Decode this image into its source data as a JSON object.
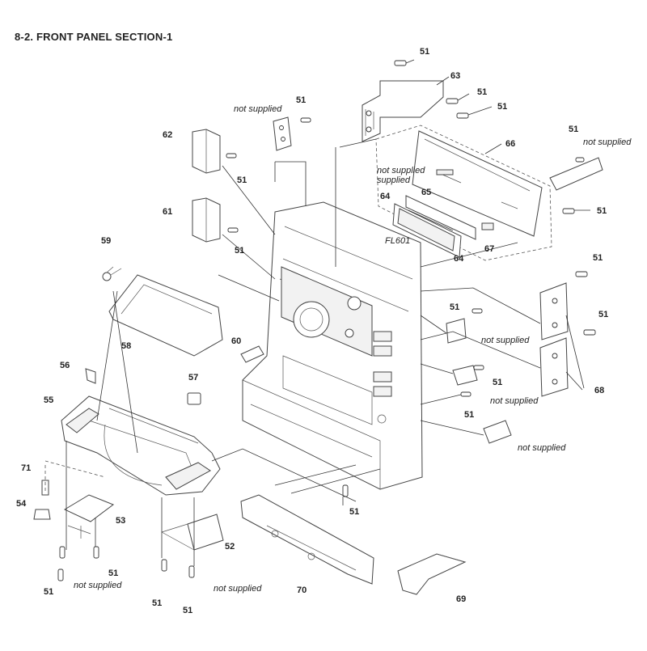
{
  "title": "8-2. FRONT PANEL SECTION-1",
  "callouts": {
    "c51_top": "51",
    "c63": "63",
    "c51_a": "51",
    "c51_b": "51",
    "c51_c": "51",
    "c66": "66",
    "c51_d": "51",
    "c62": "62",
    "c51_e": "51",
    "c61": "61",
    "c51_f": "51",
    "c64_a": "64",
    "c65": "65",
    "c64_b": "64",
    "c67": "67",
    "c51_g": "51",
    "c59": "59",
    "c51_h": "51",
    "c51_i": "51",
    "c58": "58",
    "c60": "60",
    "c68": "68",
    "c56": "56",
    "c57": "57",
    "c51_j": "51",
    "c51_k": "51",
    "c55": "55",
    "c71": "71",
    "c54": "54",
    "c53": "53",
    "c51_l": "51",
    "c52": "52",
    "c51_m": "51",
    "c51_n": "51",
    "c51_o": "51",
    "c51_p": "51",
    "c70": "70",
    "c69": "69",
    "c51_q": "51",
    "fl601": "FL601"
  },
  "notes": {
    "ns1": "not supplied",
    "ns2": "not supplied",
    "ns2b": "supplied",
    "ns3": "not supplied",
    "ns4": "not supplied",
    "ns5": "not supplied",
    "ns6": "not supplied",
    "ns7": "not supplied",
    "ns8": "not supplied"
  }
}
